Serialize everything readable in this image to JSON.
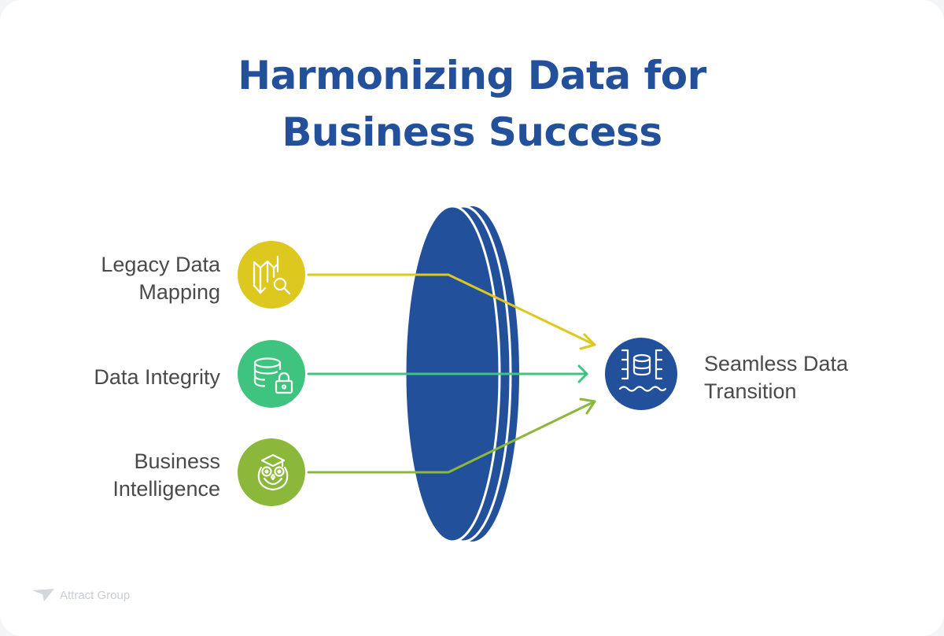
{
  "title": {
    "line1": "Harmonizing Data for",
    "line2": "Business Success"
  },
  "inputs": [
    {
      "label_line1": "Legacy Data",
      "label_line2": "Mapping",
      "icon": "map-search-icon",
      "color": "#dcc81e"
    },
    {
      "label_line1": "Data Integrity",
      "label_line2": "",
      "icon": "database-lock-icon",
      "color": "#3ec47e"
    },
    {
      "label_line1": "Business",
      "label_line2": "Intelligence",
      "icon": "owl-graduate-icon",
      "color": "#8bb73a"
    }
  ],
  "output": {
    "label_line1": "Seamless Data",
    "label_line2": "Transition",
    "icon": "database-flow-icon",
    "color": "#23509a"
  },
  "lens": {
    "color": "#23509a"
  },
  "watermark": {
    "text": "Attract Group",
    "icon": "paper-plane-icon"
  }
}
